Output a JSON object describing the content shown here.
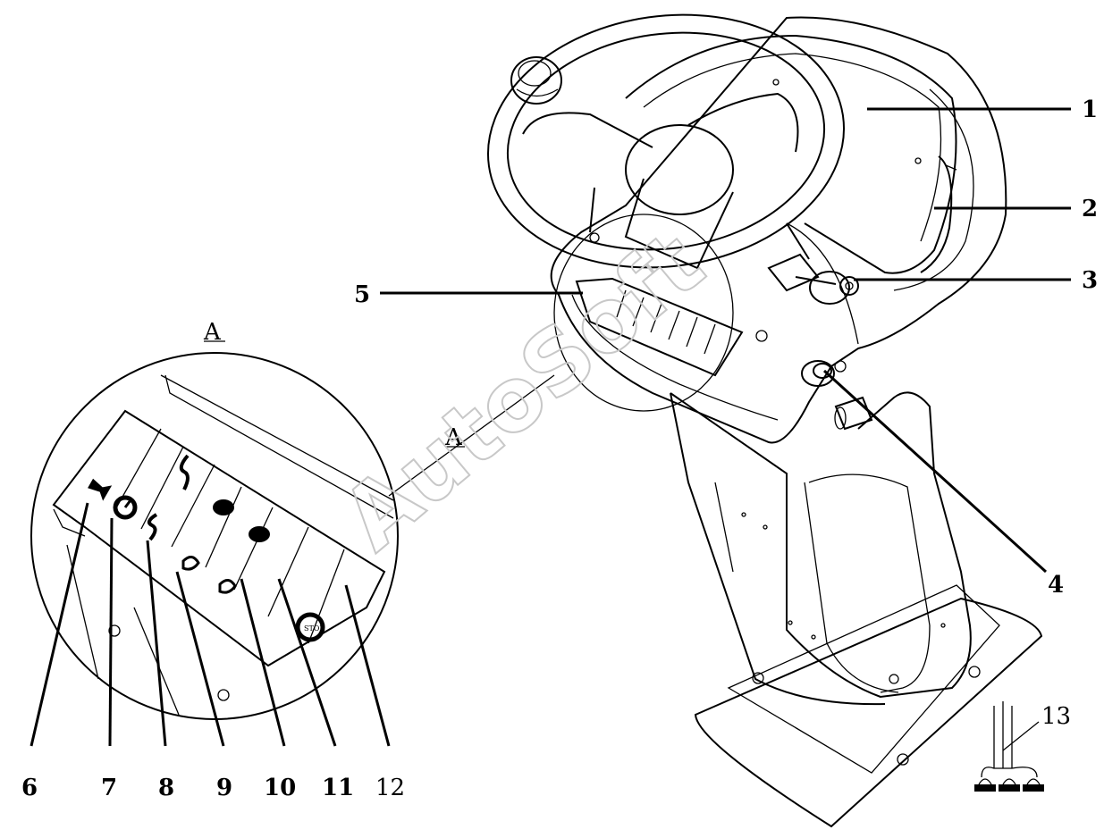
{
  "figure": {
    "watermark": "AutoSoft",
    "view_marker": "A",
    "section_marker": "A",
    "callouts": [
      {
        "id": "1",
        "label": "1"
      },
      {
        "id": "2",
        "label": "2"
      },
      {
        "id": "3",
        "label": "3"
      },
      {
        "id": "4",
        "label": "4"
      },
      {
        "id": "5",
        "label": "5"
      },
      {
        "id": "6",
        "label": "6"
      },
      {
        "id": "7",
        "label": "7"
      },
      {
        "id": "8",
        "label": "8"
      },
      {
        "id": "9",
        "label": "9"
      },
      {
        "id": "10",
        "label": "10"
      },
      {
        "id": "11",
        "label": "11"
      },
      {
        "id": "12",
        "label": "12"
      },
      {
        "id": "13",
        "label": "13"
      }
    ],
    "switch_icons": [
      "horn-icon",
      "gauge-icon",
      "vibration-low-icon",
      "vibration-high-icon",
      "turtle-icon",
      "rabbit-icon",
      "stop-icon"
    ],
    "stop_label": "STOP"
  }
}
